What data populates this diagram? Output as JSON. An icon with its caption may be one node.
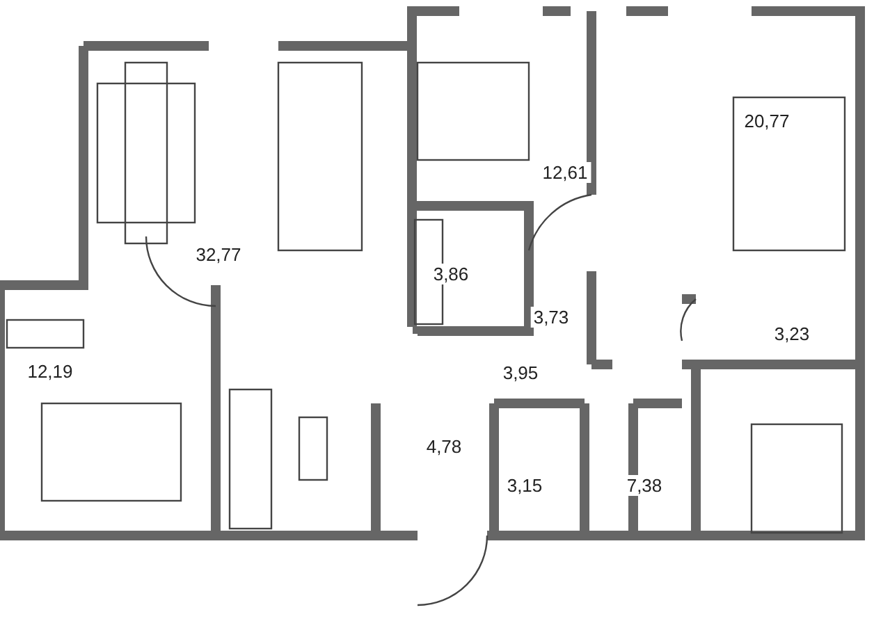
{
  "diagram": {
    "labels": [
      "12,61",
      "20,77",
      "32,77",
      "3,86",
      "3,73",
      "3,23",
      "12,19",
      "3,95",
      "4,78",
      "3,15",
      "7,38"
    ]
  }
}
